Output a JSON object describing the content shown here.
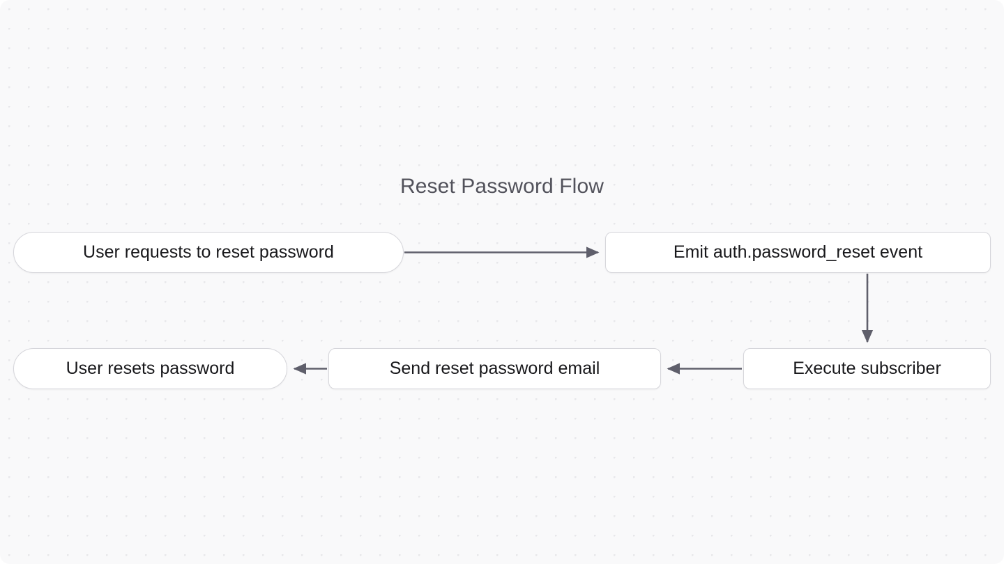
{
  "diagram": {
    "title": "Reset Password Flow",
    "background": {
      "canvas_color": "#f9f9fa",
      "dot_color": "#e7e7ea",
      "page_color": "#ffffff"
    },
    "style": {
      "node_fill": "#ffffff",
      "node_border": "#d6d6db",
      "node_text": "#18181b",
      "title_color": "#52525b",
      "edge_color": "#5f5f6b"
    },
    "nodes": [
      {
        "id": "request",
        "label": "User requests to reset password",
        "shape": "terminal"
      },
      {
        "id": "emit",
        "label": "Emit auth.password_reset event",
        "shape": "process"
      },
      {
        "id": "execute",
        "label": "Execute subscriber",
        "shape": "process"
      },
      {
        "id": "send-email",
        "label": "Send reset password email",
        "shape": "process"
      },
      {
        "id": "reset",
        "label": "User resets password",
        "shape": "terminal"
      }
    ],
    "edges": [
      {
        "id": "e1",
        "from": "request",
        "to": "emit",
        "direction": "right",
        "label": ""
      },
      {
        "id": "e2",
        "from": "emit",
        "to": "execute",
        "direction": "down",
        "label": ""
      },
      {
        "id": "e3",
        "from": "execute",
        "to": "send-email",
        "direction": "left",
        "label": ""
      },
      {
        "id": "e4",
        "from": "send-email",
        "to": "reset",
        "direction": "left",
        "label": ""
      }
    ]
  }
}
